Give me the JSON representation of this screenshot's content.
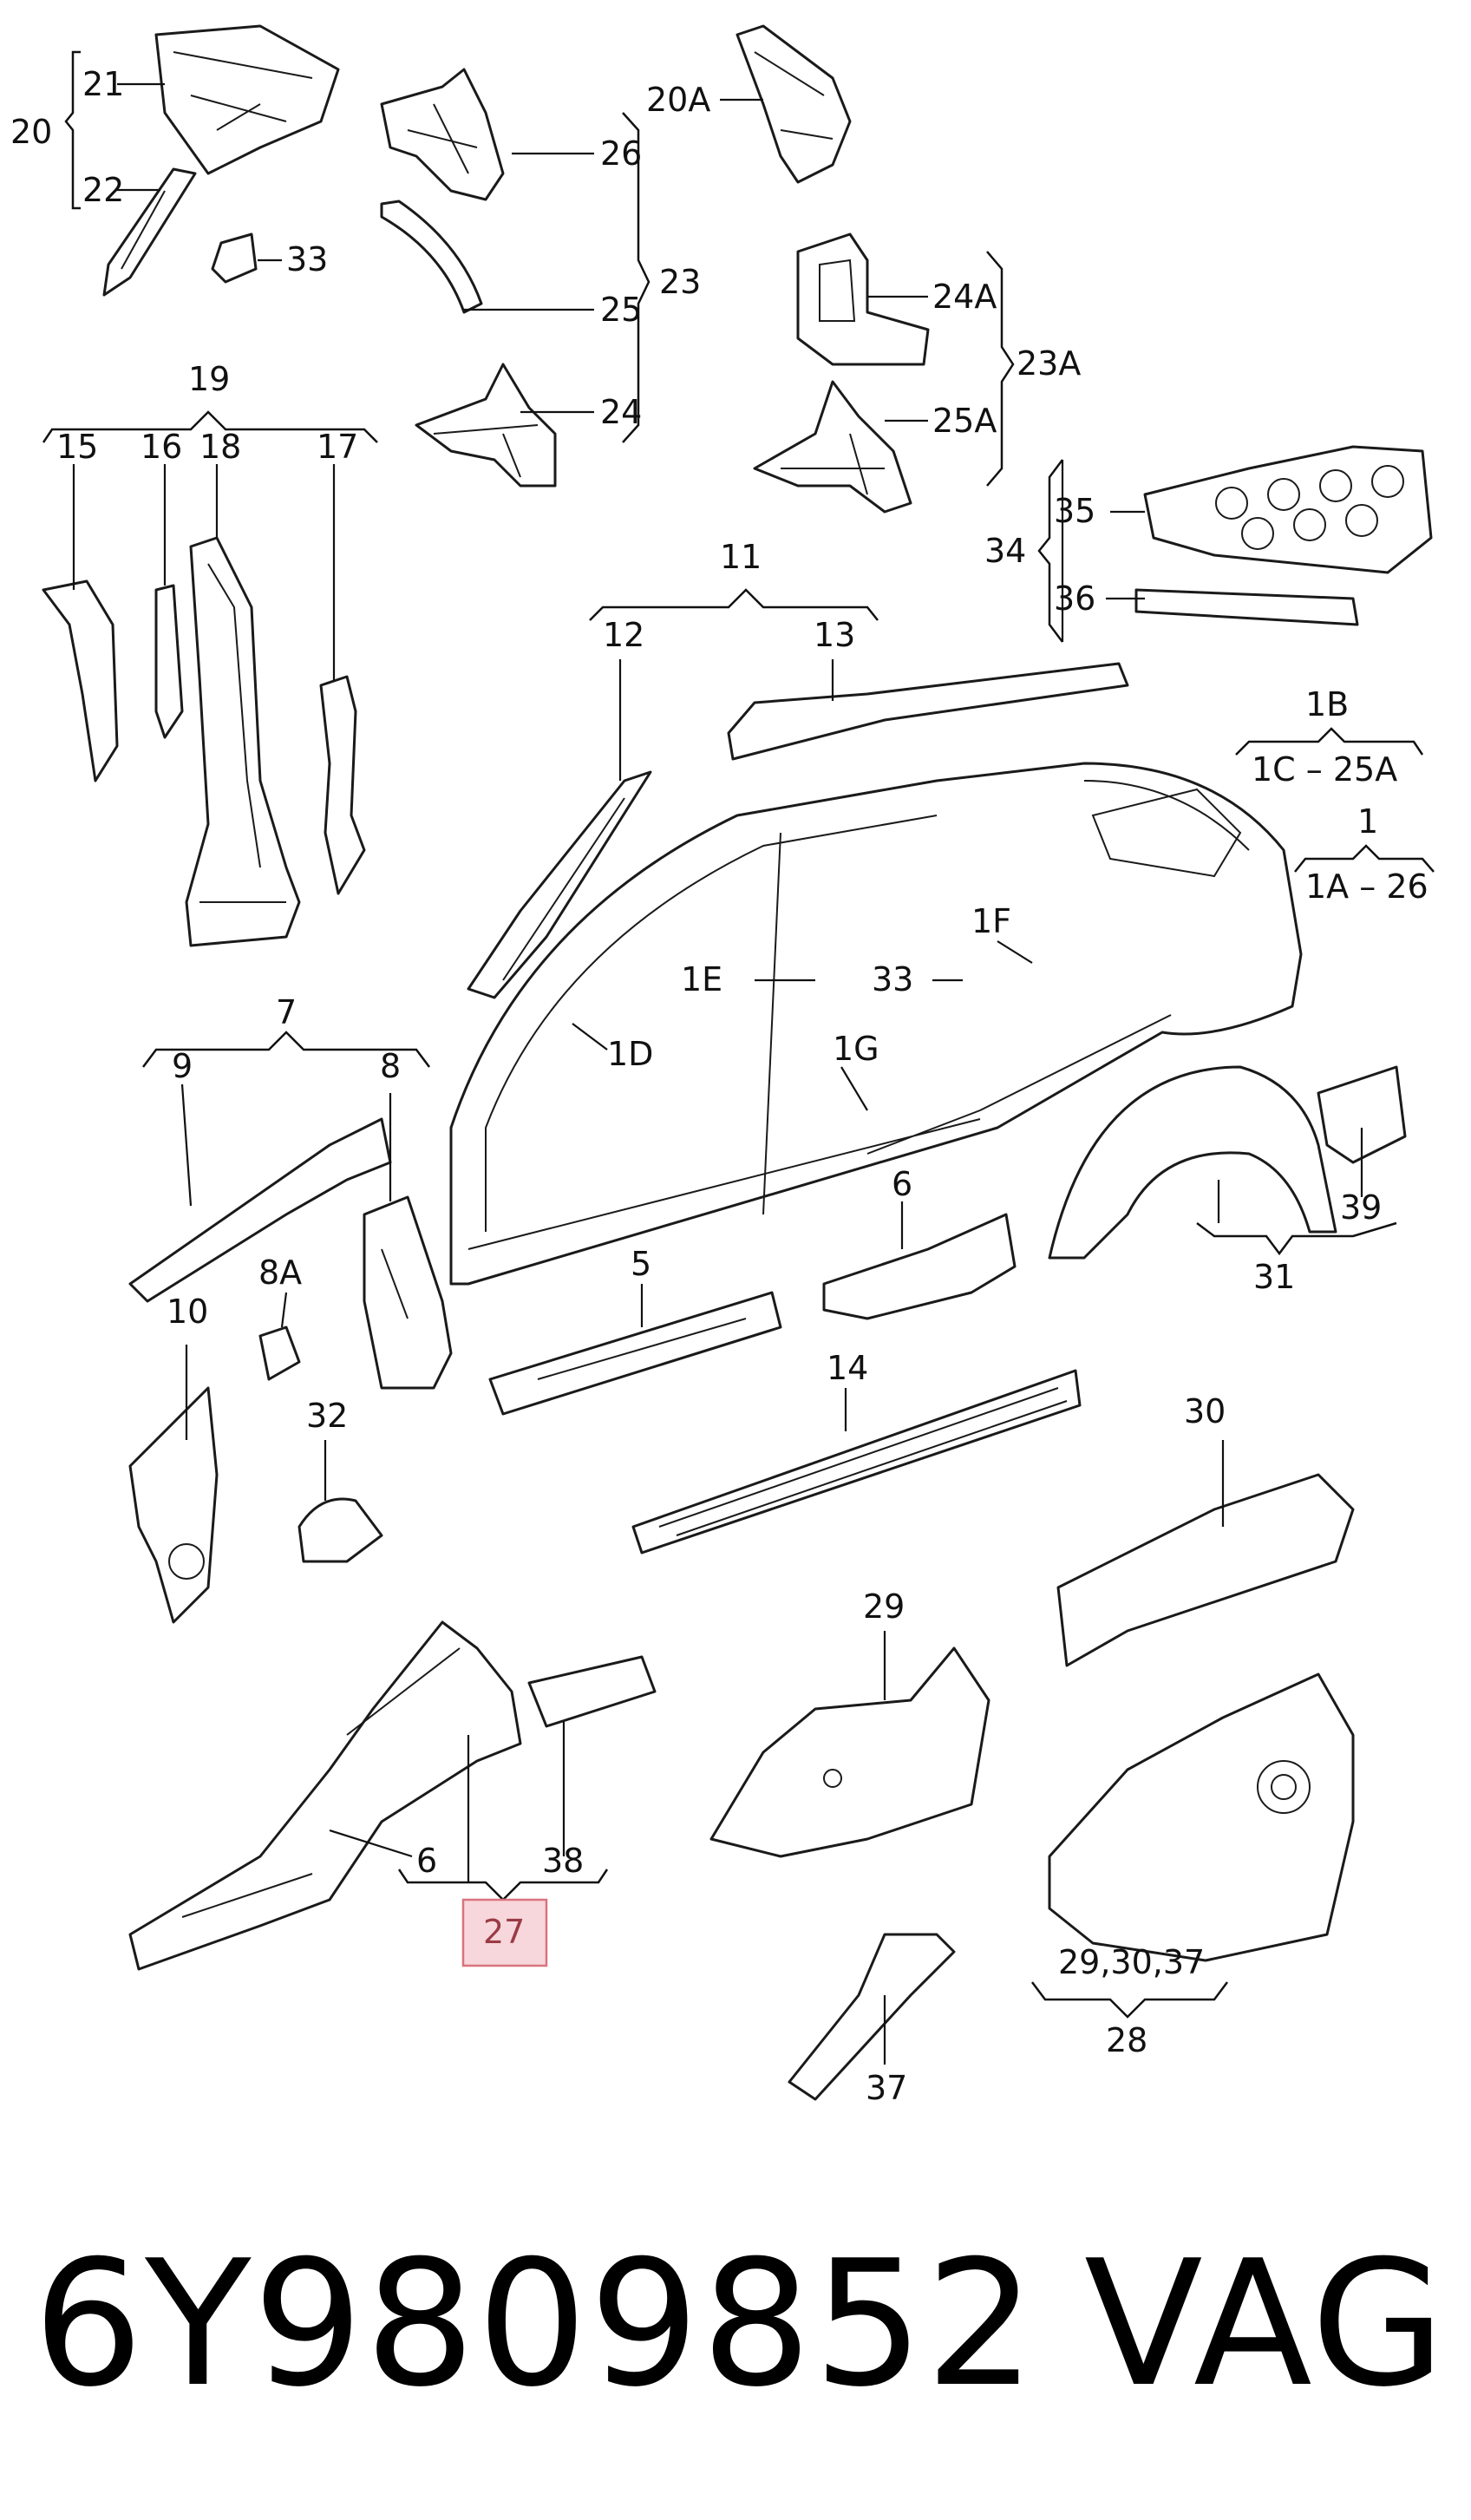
{
  "callouts": {
    "c20": "20",
    "c21": "21",
    "c22": "22",
    "c33a": "33",
    "c26": "26",
    "c25": "25",
    "c23": "23",
    "c24": "24",
    "c20A": "20A",
    "c24A": "24A",
    "c25A": "25A",
    "c23A": "23A",
    "c19": "19",
    "c15": "15",
    "c16": "16",
    "c18": "18",
    "c17": "17",
    "c35": "35",
    "c34": "34",
    "c36": "36",
    "c11": "11",
    "c12": "12",
    "c13": "13",
    "c1B": "1B",
    "c1C25A": "1C – 25A",
    "c1": "1",
    "c1A26": "1A – 26",
    "c1E": "1E",
    "c33b": "33",
    "c1F": "1F",
    "c1D": "1D",
    "c1G": "1G",
    "c7": "7",
    "c9": "9",
    "c8": "8",
    "c6a": "6",
    "c39": "39",
    "c31": "31",
    "c8A": "8A",
    "c5": "5",
    "c10": "10",
    "c32": "32",
    "c14": "14",
    "c30": "30",
    "c29": "29",
    "c6b": "6",
    "c38": "38",
    "c27": "27",
    "c293037": "29,30,37",
    "c28": "28",
    "c37": "37"
  },
  "footer": {
    "part_number": "6Y9809852",
    "brand": "VAG"
  },
  "colors": {
    "highlight_fill": "#f7d7db",
    "highlight_stroke": "#d9737f",
    "line": "#1a1a1a"
  }
}
